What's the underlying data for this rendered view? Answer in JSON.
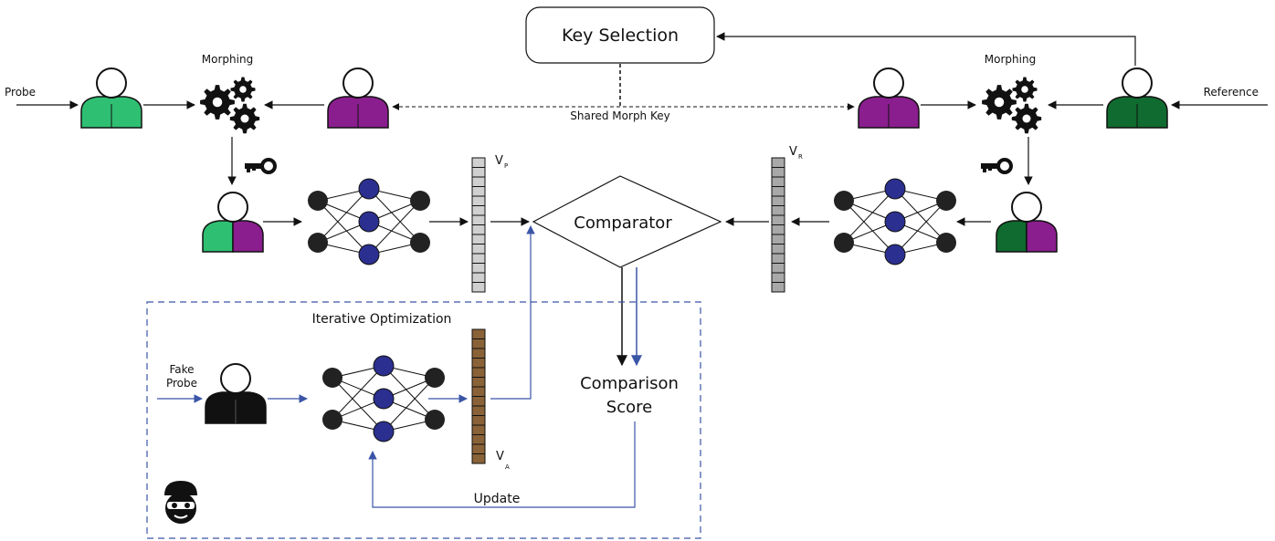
{
  "labels": {
    "key_selection": "Key Selection",
    "shared_morph_key": "Shared Morph Key",
    "probe": "Probe",
    "reference": "Reference",
    "morphing_left": "Morphing",
    "morphing_right": "Morphing",
    "comparator": "Comparator",
    "comparison_score_line1": "Comparison",
    "comparison_score_line2": "Score",
    "vp": "V",
    "vp_sub": "P",
    "vr": "V",
    "vr_sub": "R",
    "va": "V",
    "va_sub": "A",
    "iterative_optimization": "Iterative Optimization",
    "fake_probe_line1": "Fake",
    "fake_probe_line2": "Probe",
    "update": "Update"
  },
  "colors": {
    "light_green": "#2fbf73",
    "dark_green": "#0f6b2f",
    "purple": "#8a1e8e",
    "attacker_black": "#111111",
    "node_navy": "#2b2f8f",
    "node_dark": "#222222",
    "vector_light": "#d0d0d0",
    "vector_gray": "#a8a8a8",
    "vector_brown": "#8a6238",
    "attack_arrow_blue": "#3a55a6",
    "dashed_box": "#3a55a6"
  },
  "icons": {
    "gear": "gear-icon",
    "key": "key-icon",
    "attacker": "burglar-icon"
  }
}
